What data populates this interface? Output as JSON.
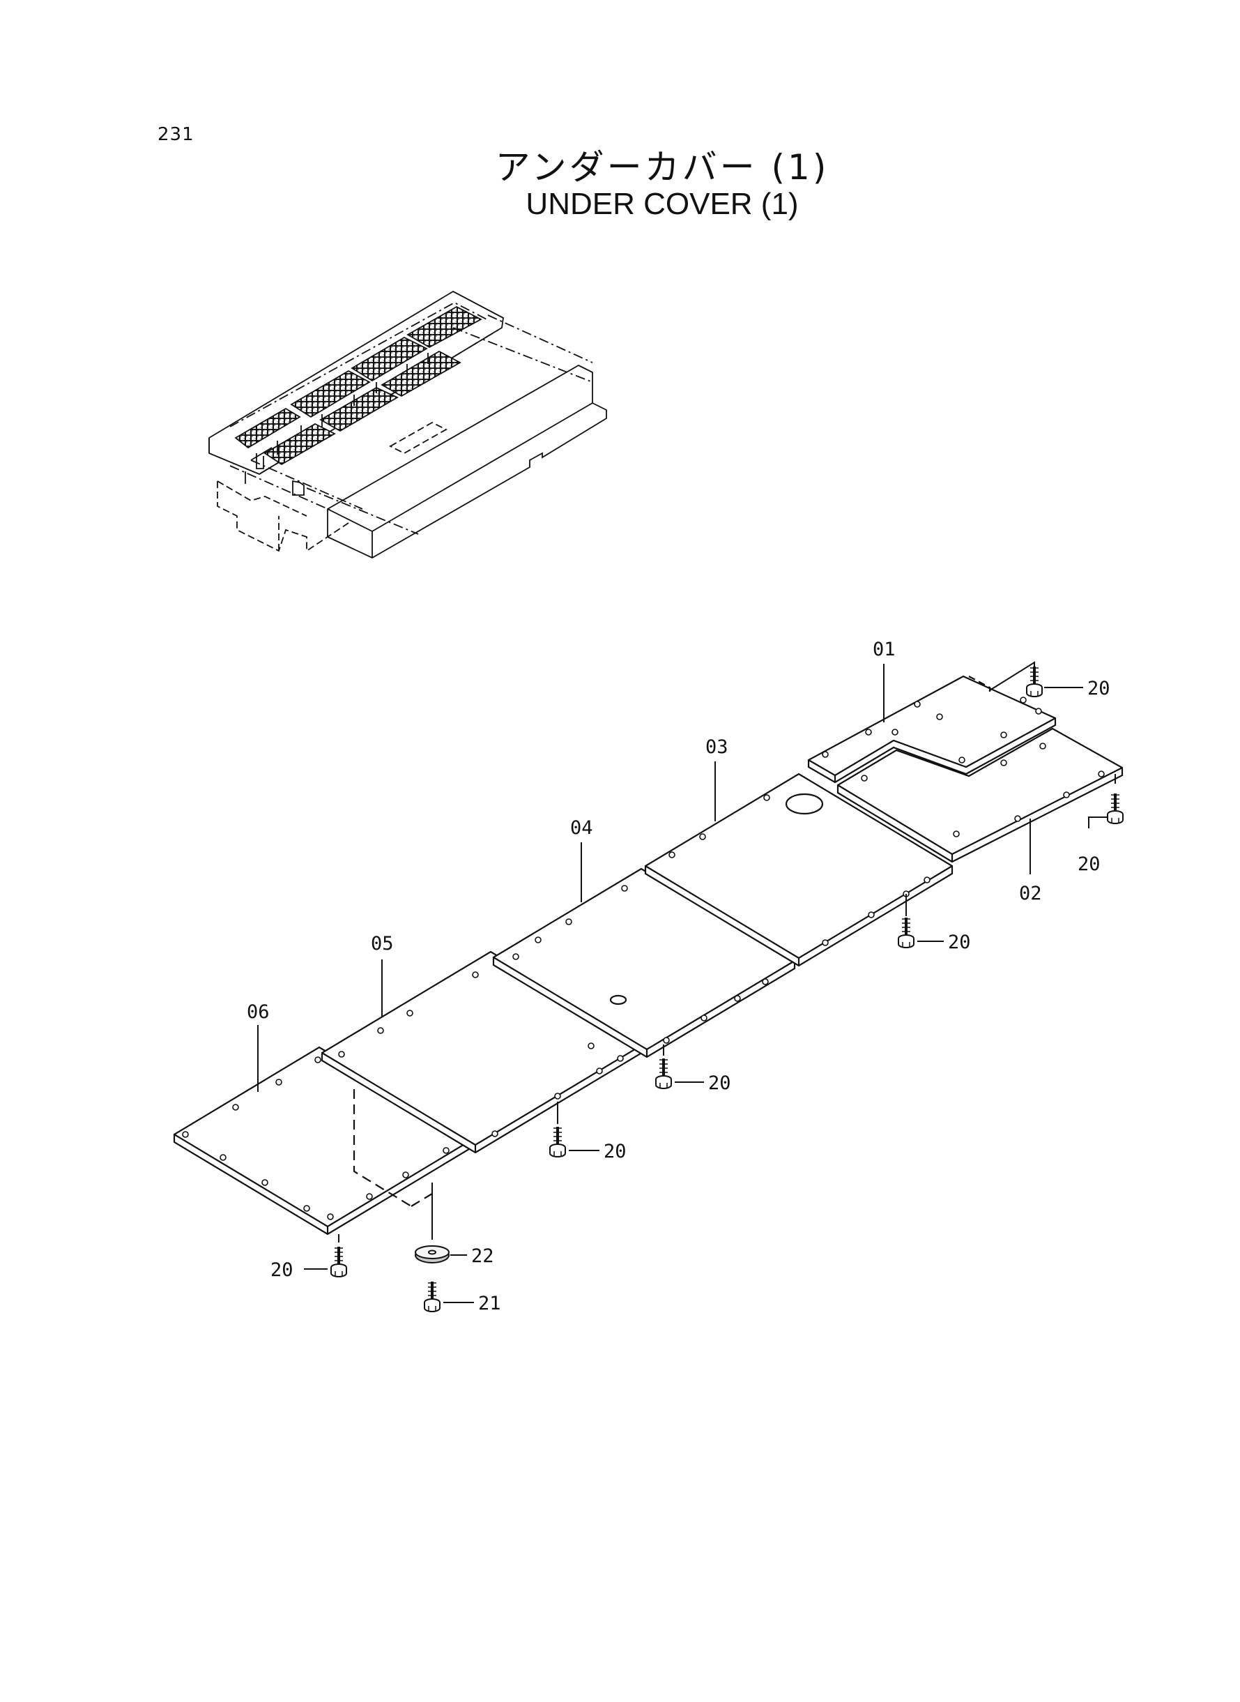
{
  "page": {
    "number": "231"
  },
  "title": {
    "japanese": "アンダーカバー (1)",
    "english": "UNDER  COVER (1)"
  },
  "callouts": {
    "c01": "01",
    "c02": "02",
    "c03": "03",
    "c04": "04",
    "c05": "05",
    "c06": "06",
    "c20": "20",
    "c21": "21",
    "c22": "22"
  },
  "colors": {
    "ink": "#111111",
    "paper": "#ffffff",
    "speckle": "#9a9a9a"
  }
}
